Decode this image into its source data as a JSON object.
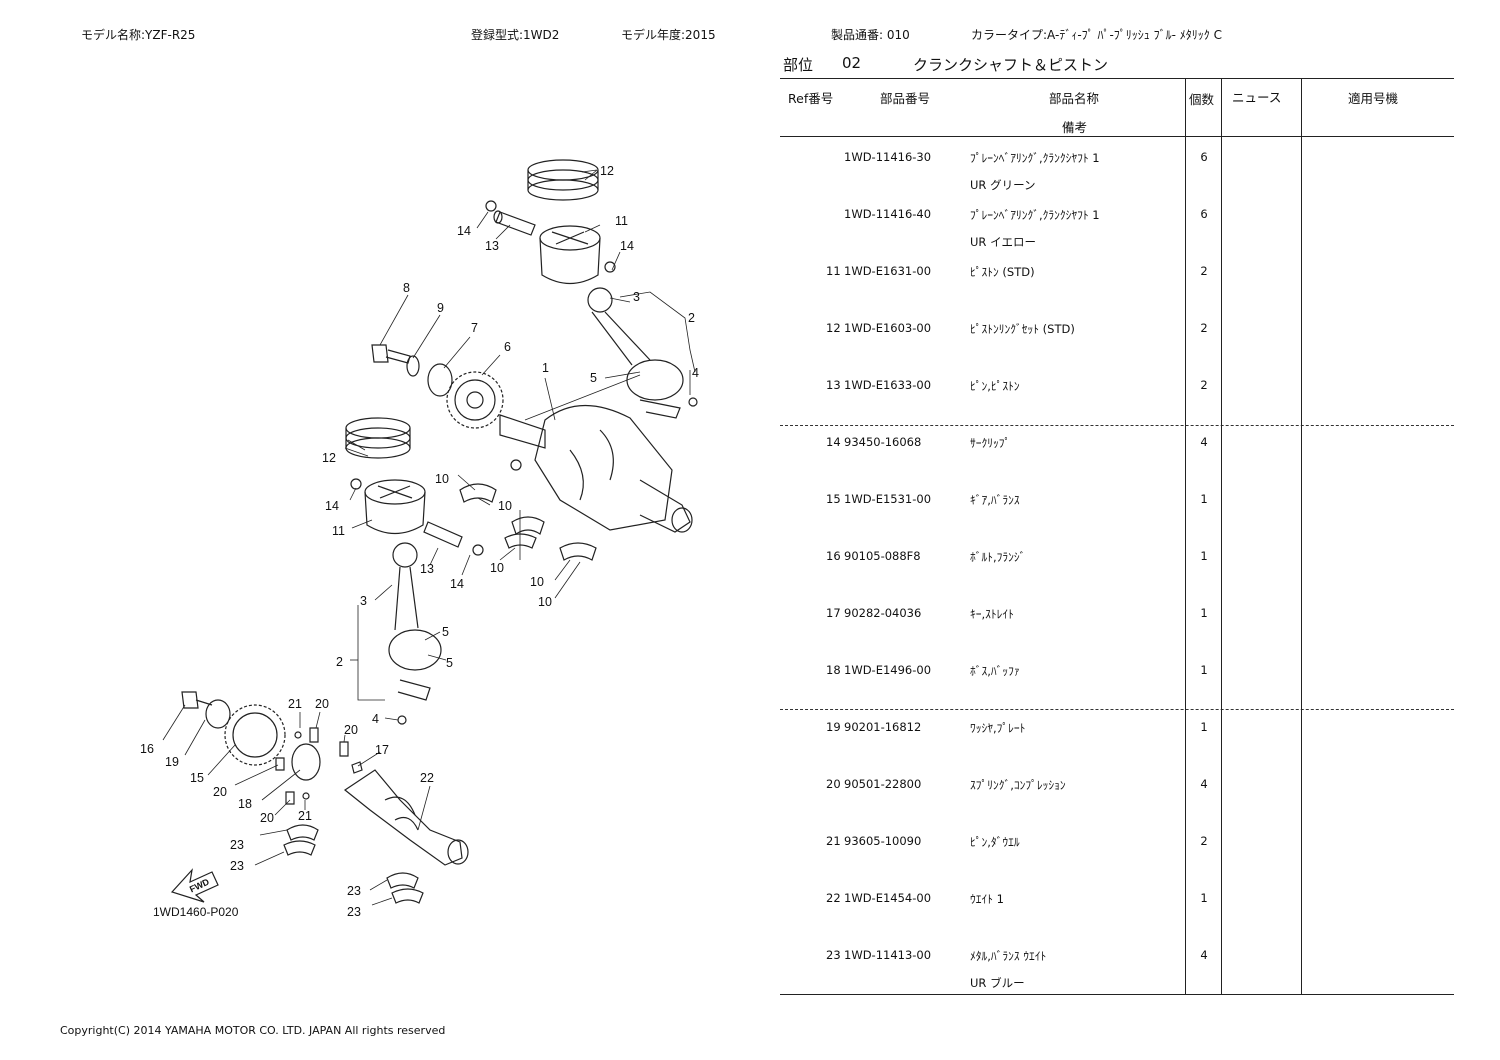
{
  "header": {
    "model_name": "モデル名称:YZF-R25",
    "registration": "登録型式:1WD2",
    "model_year": "モデル年度:2015",
    "serial": "製品通番: 010",
    "color_type": "カラータイプ:A-ﾃﾞｨ-ﾌﾟ ﾊﾟ-ﾌﾟﾘｯｼｭ ﾌﾞﾙ- ﾒﾀﾘｯｸ C"
  },
  "section": {
    "label": "部位",
    "number": "02",
    "title": "クランクシャフト＆ピストン"
  },
  "table": {
    "headers": {
      "ref": "Ref番号",
      "part_no": "部品番号",
      "part_name": "部品名称",
      "remarks": "備考",
      "qty": "個数",
      "news": "ニュース",
      "applicable": "適用号機"
    },
    "rows": [
      {
        "ref": "",
        "part_no": "1WD-11416-30",
        "name": "ﾌﾟﾚｰﾝﾍﾞｱﾘﾝｸﾞ,ｸﾗﾝｸｼﾔﾌﾄ 1",
        "qty": "6",
        "remark": "UR グリーン"
      },
      {
        "ref": "",
        "part_no": "1WD-11416-40",
        "name": "ﾌﾟﾚｰﾝﾍﾞｱﾘﾝｸﾞ,ｸﾗﾝｸｼﾔﾌﾄ 1",
        "qty": "6",
        "remark": "UR イエロー"
      },
      {
        "ref": "11",
        "part_no": "1WD-E1631-00",
        "name": "ﾋﾟｽﾄﾝ (STD)",
        "qty": "2",
        "remark": ""
      },
      {
        "ref": "12",
        "part_no": "1WD-E1603-00",
        "name": "ﾋﾟｽﾄﾝﾘﾝｸﾞｾｯﾄ (STD)",
        "qty": "2",
        "remark": ""
      },
      {
        "ref": "13",
        "part_no": "1WD-E1633-00",
        "name": "ﾋﾟﾝ,ﾋﾟｽﾄﾝ",
        "qty": "2",
        "remark": ""
      },
      {
        "ref": "14",
        "part_no": "93450-16068",
        "name": "ｻｰｸﾘｯﾌﾟ",
        "qty": "4",
        "remark": ""
      },
      {
        "ref": "15",
        "part_no": "1WD-E1531-00",
        "name": "ｷﾞｱ,ﾊﾞﾗﾝｽ",
        "qty": "1",
        "remark": ""
      },
      {
        "ref": "16",
        "part_no": "90105-088F8",
        "name": "ﾎﾞﾙﾄ,ﾌﾗﾝｼﾞ",
        "qty": "1",
        "remark": ""
      },
      {
        "ref": "17",
        "part_no": "90282-04036",
        "name": "ｷｰ,ｽﾄﾚｲﾄ",
        "qty": "1",
        "remark": ""
      },
      {
        "ref": "18",
        "part_no": "1WD-E1496-00",
        "name": "ﾎﾞｽ,ﾊﾞｯﾌｧ",
        "qty": "1",
        "remark": ""
      },
      {
        "ref": "19",
        "part_no": "90201-16812",
        "name": "ﾜｯｼﾔ,ﾌﾟﾚｰﾄ",
        "qty": "1",
        "remark": ""
      },
      {
        "ref": "20",
        "part_no": "90501-22800",
        "name": "ｽﾌﾟﾘﾝｸﾞ,ｺﾝﾌﾟﾚｯｼｮﾝ",
        "qty": "4",
        "remark": ""
      },
      {
        "ref": "21",
        "part_no": "93605-10090",
        "name": "ﾋﾟﾝ,ﾀﾞｳｴﾙ",
        "qty": "2",
        "remark": ""
      },
      {
        "ref": "22",
        "part_no": "1WD-E1454-00",
        "name": "ｳｴｲﾄ 1",
        "qty": "1",
        "remark": ""
      },
      {
        "ref": "23",
        "part_no": "1WD-11413-00",
        "name": "ﾒﾀﾙ,ﾊﾞﾗﾝｽ ｳｴｲﾄ",
        "qty": "4",
        "remark": "UR ブルー"
      }
    ]
  },
  "diagram": {
    "callouts": [
      "12",
      "14",
      "13",
      "11",
      "14",
      "8",
      "9",
      "7",
      "6",
      "1",
      "3",
      "2",
      "5",
      "4",
      "12",
      "14",
      "11",
      "10",
      "10",
      "10",
      "10",
      "10",
      "13",
      "14",
      "3",
      "5",
      "2",
      "5",
      "4",
      "21",
      "20",
      "20",
      "16",
      "19",
      "15",
      "20",
      "17",
      "18",
      "20",
      "21",
      "22",
      "23",
      "23",
      "23",
      "23"
    ],
    "fwd_label": "FWD",
    "figure_code": "1WD1460-P020"
  },
  "footer": {
    "copyright": "Copyright(C) 2014 YAMAHA MOTOR CO. LTD. JAPAN All rights reserved"
  }
}
